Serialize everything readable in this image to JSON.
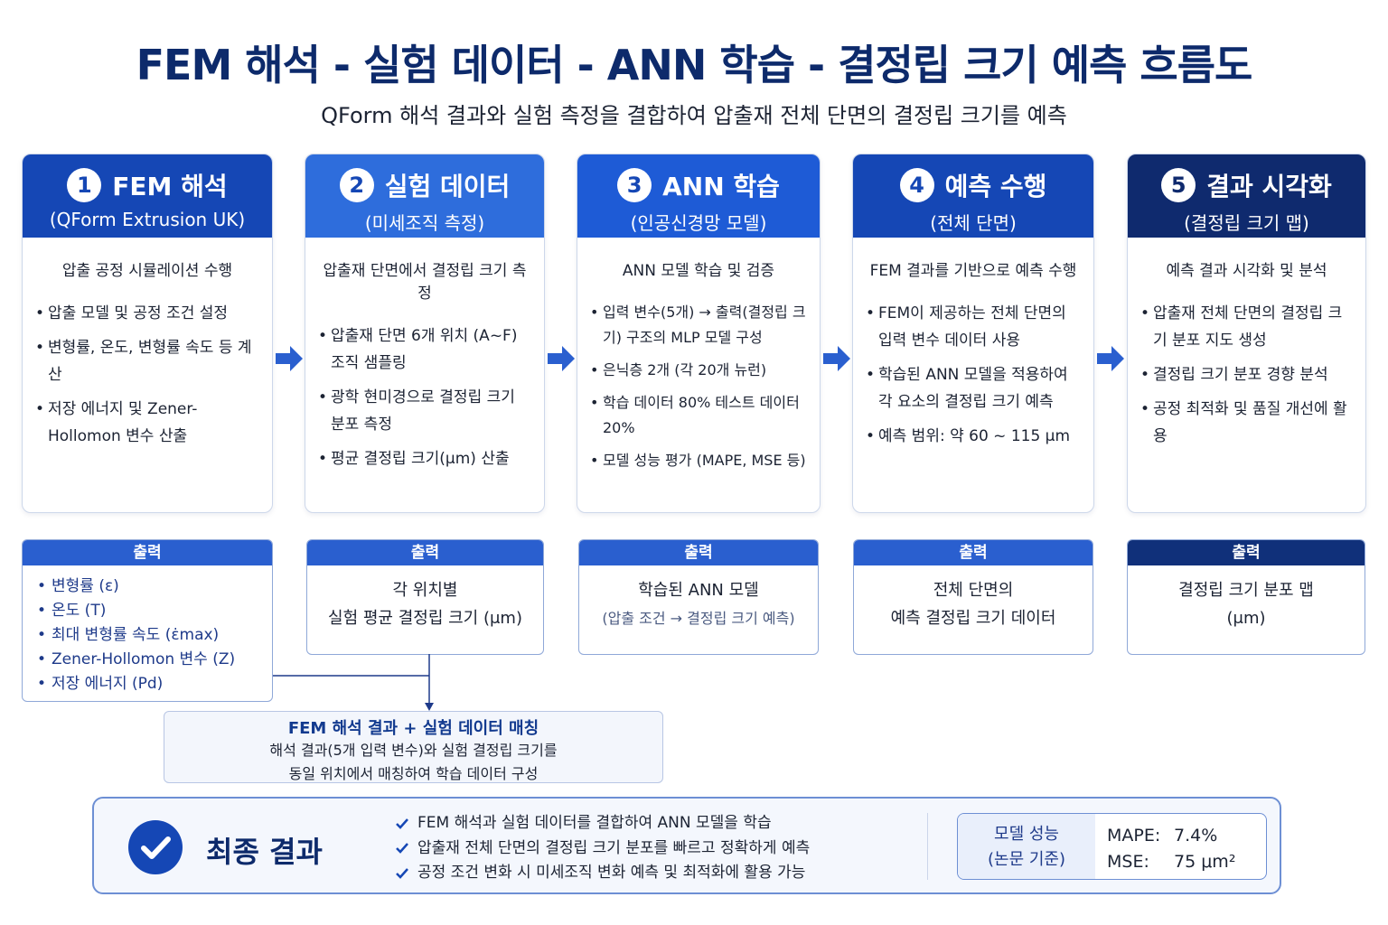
{
  "title": "FEM 해석 - 실험 데이터 - ANN 학습 - 결정립 크기 예측 흐름도",
  "subtitle": "QForm 해석 결과와 실험 측정을 결합하여 압출재 전체 단면의 결정립 크기를 예측",
  "colors": {
    "step_blue": "#1547b5",
    "step_blue_light": "#2e6ddc",
    "step_navy": "#0f2a6e",
    "out_blue": "#2a5fcf",
    "out_navy": "#10307a"
  },
  "steps": [
    {
      "num": "1",
      "title": "FEM 해석",
      "sub": "(QForm Extrusion UK)",
      "lead": "압출 공정 시뮬레이션 수행",
      "bullets": [
        "압출 모델 및 공정 조건 설정",
        "변형률, 온도, 변형률 속도 등 계산",
        "저장 에너지 및 Zener-Hollomon 변수 산출"
      ]
    },
    {
      "num": "2",
      "title": "실험 데이터",
      "sub": "(미세조직 측정)",
      "lead": "압출재 단면에서 결정립 크기 측정",
      "bullets": [
        "압출재 단면 6개 위치 (A~F) 조직 샘플링",
        "광학 현미경으로 결정립 크기 분포 측정",
        "평균 결정립 크기(μm) 산출"
      ]
    },
    {
      "num": "3",
      "title": "ANN 학습",
      "sub": "(인공신경망 모델)",
      "lead": "ANN 모델 학습 및 검증",
      "bullets": [
        "입력 변수(5개) → 출력(결정립 크기) 구조의 MLP 모델 구성",
        "은닉층 2개 (각 20개 뉴런)",
        "학습 데이터 80% 테스트 데이터 20%",
        "모델 성능 평가 (MAPE, MSE 등)"
      ]
    },
    {
      "num": "4",
      "title": "예측 수행",
      "sub": "(전체 단면)",
      "lead": "FEM 결과를 기반으로 예측 수행",
      "bullets": [
        "FEM이 제공하는 전체 단면의 입력 변수 데이터 사용",
        "학습된 ANN 모델을 적용하여 각 요소의 결정립 크기 예측",
        "예측 범위: 약 60 ~ 115 μm"
      ]
    },
    {
      "num": "5",
      "title": "결과 시각화",
      "sub": "(결정립 크기 맵)",
      "lead": "예측 결과 시각화 및 분석",
      "bullets": [
        "압출재 전체 단면의 결정립 크기 분포 지도 생성",
        "결정립 크기 분포 경향 분석",
        "공정 최적화 및 품질 개선에 활용"
      ]
    }
  ],
  "outputs": {
    "header": "출력",
    "o1": [
      "변형률 (ε)",
      "온도 (T)",
      "최대 변형률 속도 (ε̇max)",
      "Zener-Hollomon 변수 (Z)",
      "저장 에너지 (Pd)"
    ],
    "o2": [
      "각 위치별",
      "실험 평균 결정립 크기 (μm)"
    ],
    "o3": [
      "학습된 ANN 모델",
      "(압출 조건 → 결정립 크기 예측)"
    ],
    "o4": [
      "전체 단면의",
      "예측 결정립 크기 데이터"
    ],
    "o5": [
      "결정립 크기 분포 맵",
      "(μm)"
    ]
  },
  "match": {
    "title": "FEM 해석 결과 + 실험 데이터 매칭",
    "line1": "해석 결과(5개 입력 변수)와 실험 결정립 크기를",
    "line2": "동일 위치에서 매칭하여 학습 데이터 구성"
  },
  "final": {
    "label": "최종 결과",
    "points": [
      "FEM 해석과 실험 데이터를 결합하여 ANN 모델을 학습",
      "압출재 전체 단면의 결정립 크기 분포를 빠르고 정확하게 예측",
      "공정 조건 변화 시 미세조직 변화 예측 및 최적화에 활용 가능"
    ],
    "perf_label_1": "모델 성능",
    "perf_label_2": "(논문 기준)",
    "mape_key": "MAPE:",
    "mape_val": "7.4%",
    "mse_key": "MSE:",
    "mse_val": "75 μm²"
  }
}
